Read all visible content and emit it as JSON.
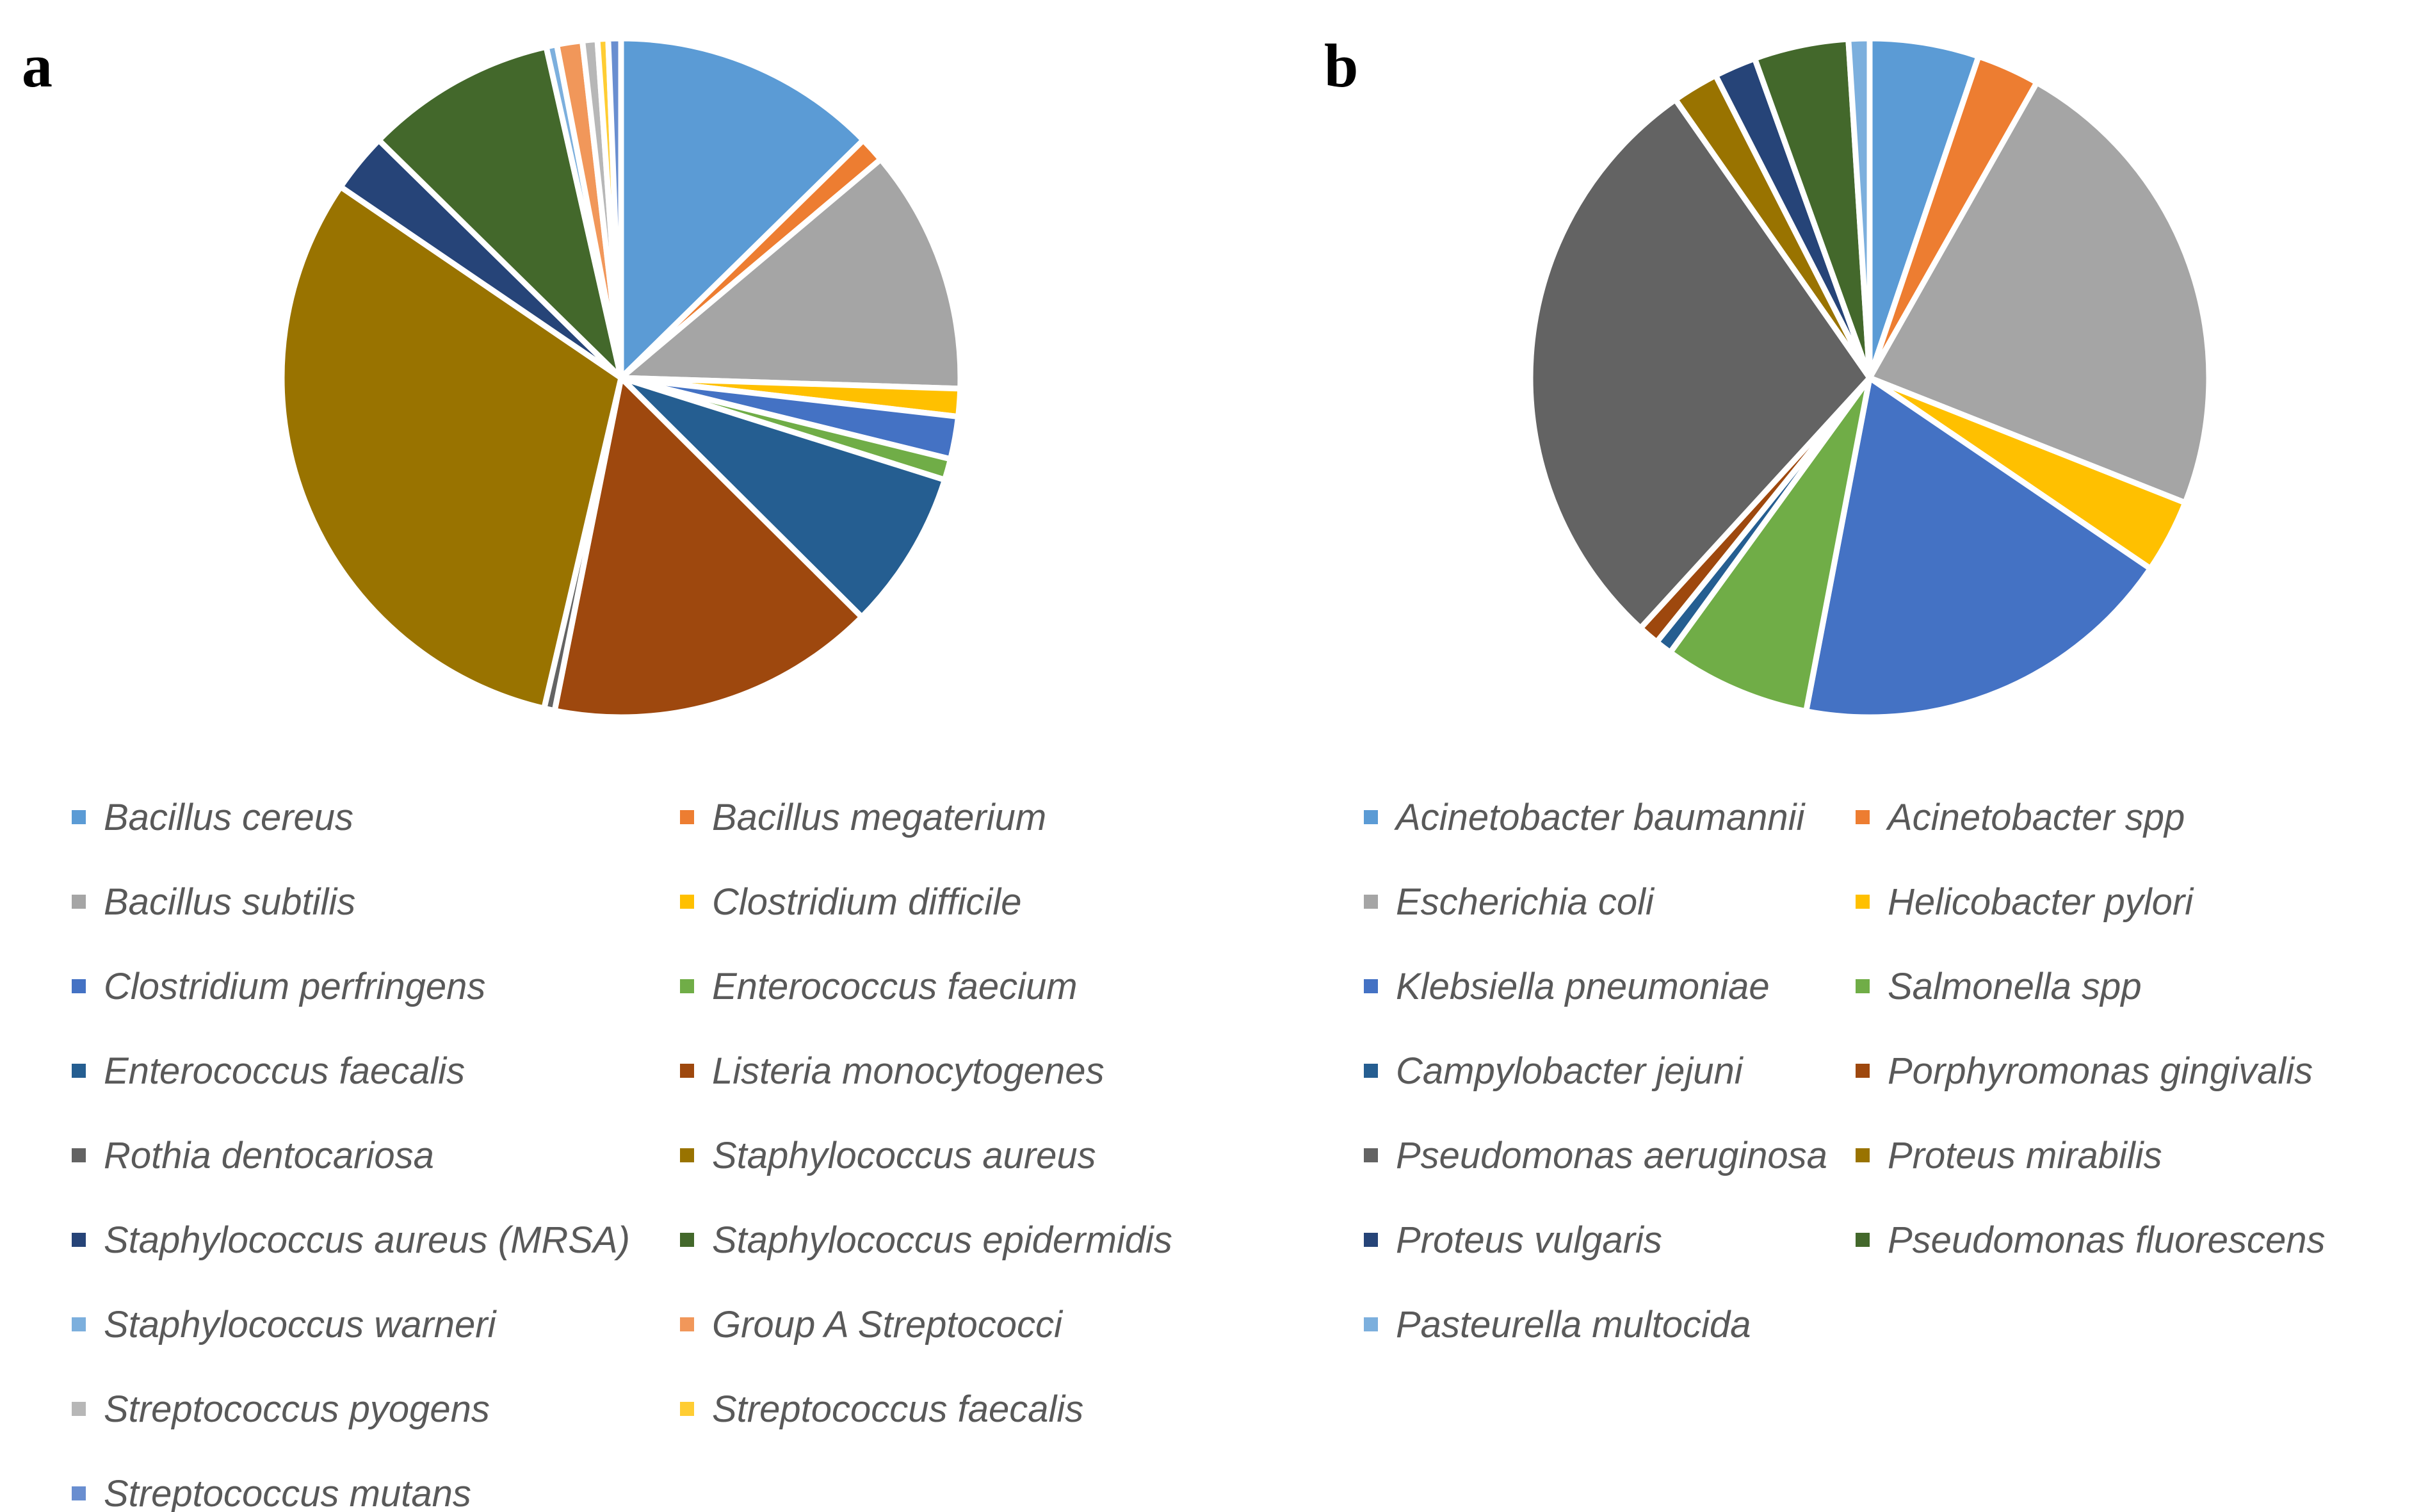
{
  "chart_data": [
    {
      "type": "pie",
      "panel_label": "a",
      "legend_position": "bottom",
      "slices": [
        {
          "label": "Bacillus cereus",
          "value": 12.5,
          "color": "#5B9BD5"
        },
        {
          "label": "Bacillus megaterium",
          "value": 1.2,
          "color": "#ED7D31"
        },
        {
          "label": "Bacillus subtilis",
          "value": 11.5,
          "color": "#A5A5A5"
        },
        {
          "label": "Clostridium difficile",
          "value": 1.3,
          "color": "#FFC000"
        },
        {
          "label": "Clostridium perfringens",
          "value": 2.0,
          "color": "#4472C4"
        },
        {
          "label": "Enterococcus faecium",
          "value": 1.0,
          "color": "#70AD47"
        },
        {
          "label": "Enterococcus faecalis",
          "value": 7.5,
          "color": "#255E91"
        },
        {
          "label": "Listeria monocytogenes",
          "value": 15.5,
          "color": "#9E480E"
        },
        {
          "label": "Rothia dentocariosa",
          "value": 0.5,
          "color": "#636363"
        },
        {
          "label": "Staphylococcus aureus",
          "value": 30.5,
          "color": "#997300"
        },
        {
          "label": "Staphylococcus aureus (MRSA)",
          "value": 2.8,
          "color": "#264478"
        },
        {
          "label": "Staphylococcus epidermidis",
          "value": 9.0,
          "color": "#43682B"
        },
        {
          "label": "Staphylococcus warneri",
          "value": 0.5,
          "color": "#7CAFDD"
        },
        {
          "label": "Group A Streptococci",
          "value": 1.2,
          "color": "#F1975A"
        },
        {
          "label": "Streptococcus pyogens",
          "value": 0.7,
          "color": "#B7B7B7"
        },
        {
          "label": "Streptococcus faecalis",
          "value": 0.5,
          "color": "#FFCD33"
        },
        {
          "label": "Streptococcus mutans",
          "value": 0.6,
          "color": "#698ED0"
        }
      ]
    },
    {
      "type": "pie",
      "panel_label": "b",
      "legend_position": "bottom",
      "slices": [
        {
          "label": "Acinetobacter baumannii",
          "value": 5.2,
          "color": "#5B9BD5"
        },
        {
          "label": "Acinetobacter spp",
          "value": 3.0,
          "color": "#ED7D31"
        },
        {
          "label": "Escherichia coli",
          "value": 22.8,
          "color": "#A5A5A5"
        },
        {
          "label": "Helicobacter pylori",
          "value": 3.5,
          "color": "#FFC000"
        },
        {
          "label": "Klebsiella pneumoniae",
          "value": 18.5,
          "color": "#4472C4"
        },
        {
          "label": "Salmonella spp",
          "value": 7.0,
          "color": "#70AD47"
        },
        {
          "label": "Campylobacter jejuni",
          "value": 0.8,
          "color": "#255E91"
        },
        {
          "label": "Porphyromonas gingivalis",
          "value": 1.0,
          "color": "#9E480E"
        },
        {
          "label": "Pseudomonas aeruginosa",
          "value": 28.5,
          "color": "#636363"
        },
        {
          "label": "Proteus mirabilis",
          "value": 2.2,
          "color": "#997300"
        },
        {
          "label": "Proteus vulgaris",
          "value": 2.0,
          "color": "#264478"
        },
        {
          "label": "Pseudomonas fluorescens",
          "value": 4.5,
          "color": "#43682B"
        },
        {
          "label": "Pasteurella multocida",
          "value": 1.0,
          "color": "#7CAFDD"
        }
      ]
    }
  ]
}
